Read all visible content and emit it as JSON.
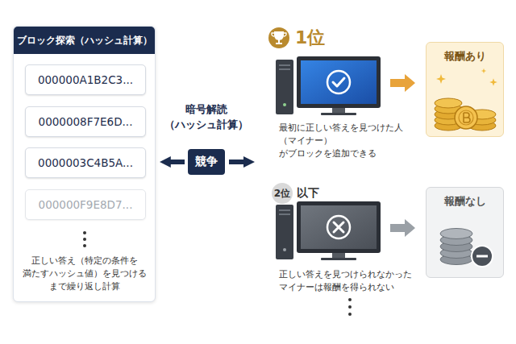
{
  "diagram": {
    "nodes": [
      {
        "text": [
          "ブロック探索（ハッシュ計算）",
          "正しい答え（特定の条件を 満たすハッシュ値）を見つける まで繰り返し計算"
        ]
      },
      {
        "text": [
          "000000A1B2C3..."
        ],
        "in": 0
      },
      {
        "text": [
          "0000008F7E6D..."
        ],
        "in": 0
      },
      {
        "text": [
          "0000003C4B5A..."
        ],
        "in": 0
      },
      {
        "text": [
          "000000F9E8D7..."
        ],
        "in": 0
      },
      {
        "text": [
          "競争"
        ]
      },
      {
        "text": [
          "報酬あり"
        ]
      },
      {
        "text": [
          "2位"
        ]
      },
      {
        "text": [
          "報酬なし"
        ]
      }
    ],
    "edges": [
      {
        "from": 5,
        "to": 0,
        "arrow": "to"
      }
    ],
    "labels": [
      "暗号解読 （ハッシュ計算）",
      "1位",
      "最初に正しい答えを見つけた人 （マイナー）がブロックを追加できる",
      "以下",
      "正しい答えを見つけられなかった マイナーは報酬を得られない"
    ]
  }
}
